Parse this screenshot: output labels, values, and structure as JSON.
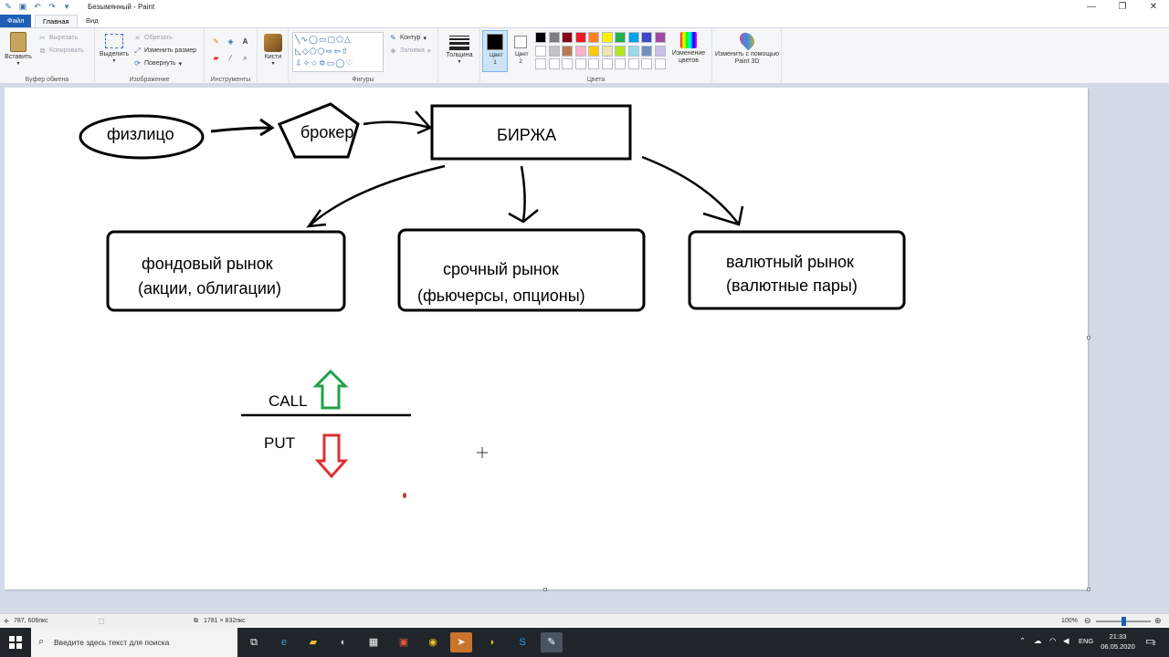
{
  "window": {
    "title": "Безымянный - Paint",
    "controls": [
      "—",
      "❐",
      "✕"
    ]
  },
  "tabs": [
    "Файл",
    "Главная",
    "Вид"
  ],
  "ribbon": {
    "clipboard": {
      "paste": "Вставить",
      "cut": "Вырезать",
      "copy": "Копировать",
      "group": "Буфер обмена"
    },
    "image": {
      "select": "Выделить",
      "crop": "Обрезать",
      "resize": "Изменить размер",
      "rotate": "Повернуть",
      "group": "Изображение"
    },
    "tools": {
      "group": "Инструменты"
    },
    "brushes": {
      "label": "Кисти"
    },
    "shapes": {
      "outline": "Контур",
      "fill": "Заливка",
      "group": "Фигуры"
    },
    "thickness": {
      "label": "Толщина"
    },
    "colors": {
      "color1": "Цвет 1",
      "color2": "Цвет 2",
      "edit": "Изменение цветов",
      "group": "Цвета",
      "palette_row1": [
        "#000000",
        "#7f7f7f",
        "#880015",
        "#ed1c24",
        "#ff7f27",
        "#fff200",
        "#22b14c",
        "#00a2e8",
        "#3f48cc",
        "#a349a4"
      ],
      "palette_row2": [
        "#ffffff",
        "#c3c3c3",
        "#b97a57",
        "#ffaec9",
        "#ffc90e",
        "#efe4b0",
        "#b5e61d",
        "#99d9ea",
        "#7092be",
        "#c8bfe7"
      ]
    },
    "paint3d": "Изменить с помощью Paint 3D"
  },
  "drawing": {
    "person": "физлицо",
    "broker": "брокер",
    "exchange": "БИРЖА",
    "stock_market": [
      "фондовый рынок",
      "(акции, облигации)"
    ],
    "futures_market": [
      "срочный рынок",
      "(фьючерсы, опционы)"
    ],
    "currency_market": [
      "валютный рынок",
      "(валютные пары)"
    ],
    "call": "CALL",
    "put": "PUT"
  },
  "status": {
    "cursor": "787, 606пкс",
    "size": "1781 × 832пкс",
    "zoom": "100%"
  },
  "taskbar": {
    "search_placeholder": "Введите здесь текст для поиска",
    "lang": "ENG",
    "time": "21:33",
    "date": "06.05.2020",
    "notifications": "2"
  }
}
